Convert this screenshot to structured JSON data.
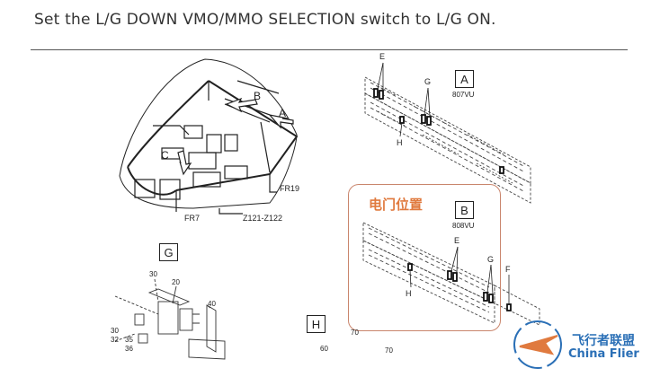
{
  "instruction": "Set the L/G DOWN VMO/MMO SELECTION switch to L/G ON.",
  "nose": {
    "arrow_a": "A",
    "arrow_b": "B",
    "arrow_c": "C",
    "frame_fr19": "FR19",
    "frame_fr7": "FR7",
    "zone": "Z121-Z122"
  },
  "panel_a": {
    "letter": "A",
    "number": "807VU",
    "callouts": [
      "E",
      "G",
      "H"
    ]
  },
  "panel_b": {
    "letter": "B",
    "number": "808VU",
    "callouts": [
      "E",
      "G",
      "F",
      "H"
    ],
    "annotation": "电门位置"
  },
  "detail_g": {
    "letter": "G",
    "numbers": [
      "30",
      "20",
      "40",
      "30",
      "32",
      "35",
      "36"
    ]
  },
  "detail_h": {
    "letter": "H",
    "numbers": [
      "70",
      "60",
      "70"
    ]
  },
  "watermark": {
    "cn": "飞行者联盟",
    "en": "China Flier"
  },
  "colors": {
    "annotation": "#e07a3f",
    "annotation_frame": "#c9856c",
    "watermark": "#2a6fb6"
  }
}
